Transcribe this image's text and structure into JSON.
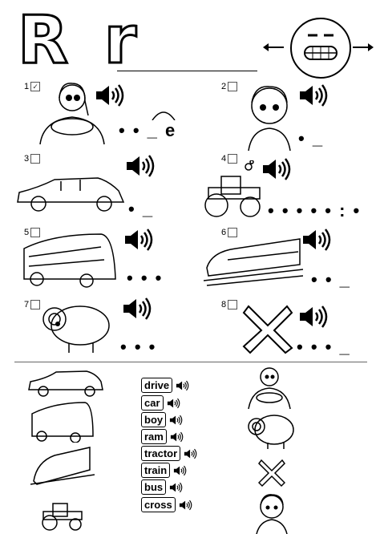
{
  "header": {
    "big_letters": "R r"
  },
  "exercises": [
    {
      "number": "1",
      "checked": true,
      "checkmark": "✓",
      "pattern": "• • _ e",
      "image": "girl-driving"
    },
    {
      "number": "2",
      "checked": false,
      "checkmark": "",
      "pattern": "• _",
      "image": "boy"
    },
    {
      "number": "3",
      "checked": false,
      "checkmark": "",
      "pattern": "• _",
      "image": "car"
    },
    {
      "number": "4",
      "checked": false,
      "checkmark": "",
      "pattern": "• • • • • : •",
      "image": "tractor"
    },
    {
      "number": "5",
      "checked": false,
      "checkmark": "",
      "pattern": "• • •",
      "image": "bus"
    },
    {
      "number": "6",
      "checked": false,
      "checkmark": "",
      "pattern": "• • _",
      "image": "train"
    },
    {
      "number": "7",
      "checked": false,
      "checkmark": "",
      "pattern": "• • •",
      "image": "ram"
    },
    {
      "number": "8",
      "checked": false,
      "checkmark": "",
      "pattern": "• • • _",
      "image": "cross"
    }
  ],
  "word_bank": [
    "drive",
    "car",
    "boy",
    "ram",
    "tractor",
    "train",
    "bus",
    "cross"
  ],
  "icons": {
    "sound": "speaker-icon",
    "checkbox": "checkbox-icon"
  }
}
